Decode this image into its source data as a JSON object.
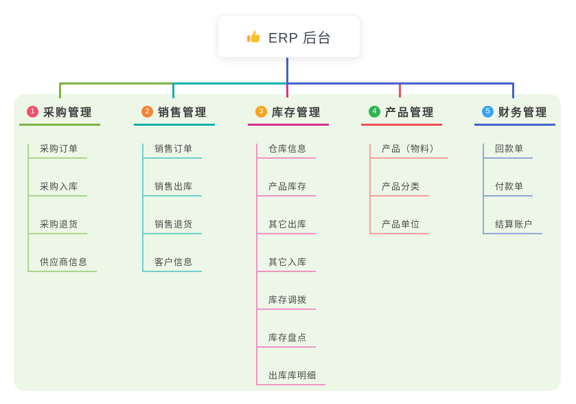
{
  "root": {
    "title": "ERP 后台",
    "icon": "thumbs-up-icon"
  },
  "connectors": {
    "blue": "#4263c8",
    "green": "#7cb342",
    "teal": "#12b2a9",
    "magenta": "#d8318f",
    "red": "#f05057"
  },
  "panel_background": "#edf7e7",
  "branches": [
    {
      "num": "1",
      "label": "采购管理",
      "color": "#7cb342",
      "light": "#a9d687",
      "badge": "#f0506a",
      "items": [
        "采购订单",
        "采购入库",
        "采购退货",
        "供应商信息"
      ]
    },
    {
      "num": "2",
      "label": "销售管理",
      "color": "#12b2a9",
      "light": "#6fd0c9",
      "badge": "#f58134",
      "items": [
        "销售订单",
        "销售出库",
        "销售退货",
        "客户信息"
      ]
    },
    {
      "num": "3",
      "label": "库存管理",
      "color": "#d8318f",
      "light": "#ef93c2",
      "badge": "#f7a51b",
      "items": [
        "仓库信息",
        "产品库存",
        "其它出库",
        "其它入库",
        "库存调拨",
        "库存盘点",
        "出库库明细"
      ]
    },
    {
      "num": "4",
      "label": "产品管理",
      "color": "#f05057",
      "light": "#f6a0a0",
      "badge": "#2eb550",
      "items": [
        "产品（物料）",
        "产品分类",
        "产品单位"
      ]
    },
    {
      "num": "5",
      "label": "财务管理",
      "color": "#4263c8",
      "light": "#93a7d8",
      "badge": "#38a5f2",
      "items": [
        "回款单",
        "付款单",
        "结算账户"
      ]
    }
  ]
}
